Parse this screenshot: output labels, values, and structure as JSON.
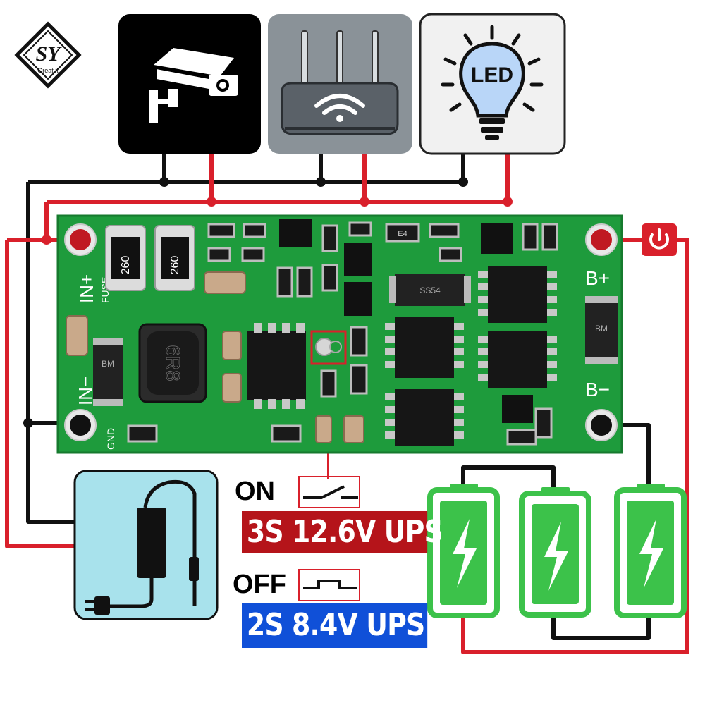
{
  "logo": {
    "letters": "SY",
    "tagline": "Great it"
  },
  "devices": {
    "camera": {
      "icon": "cctv-camera-icon"
    },
    "router": {
      "icon": "wifi-router-icon"
    },
    "led": {
      "icon": "led-bulb-icon",
      "text": "LED"
    }
  },
  "board": {
    "labels": {
      "in_plus": "IN+",
      "fuse": "FUSE",
      "in_minus": "IN−",
      "gnd": "GND",
      "b_plus": "B+",
      "b_minus": "B−"
    },
    "chips": {
      "r1": "260",
      "r2": "260",
      "inductor": "6R8",
      "diode1": "BM",
      "diode2": "BM",
      "ss54": "SS54",
      "e4": "E4"
    }
  },
  "switch": {
    "on_label": "ON",
    "off_label": "OFF",
    "on_mode": "3S 12.6V UPS",
    "off_mode": "2S 8.4V UPS"
  },
  "colors": {
    "pcb": "#1e9b3c",
    "wire_red": "#d9202b",
    "wire_black": "#111111",
    "battery_green": "#3cc24a",
    "label_red": "#b5141a",
    "label_blue": "#1050d8",
    "adapter_bg": "#a8e2ec"
  }
}
